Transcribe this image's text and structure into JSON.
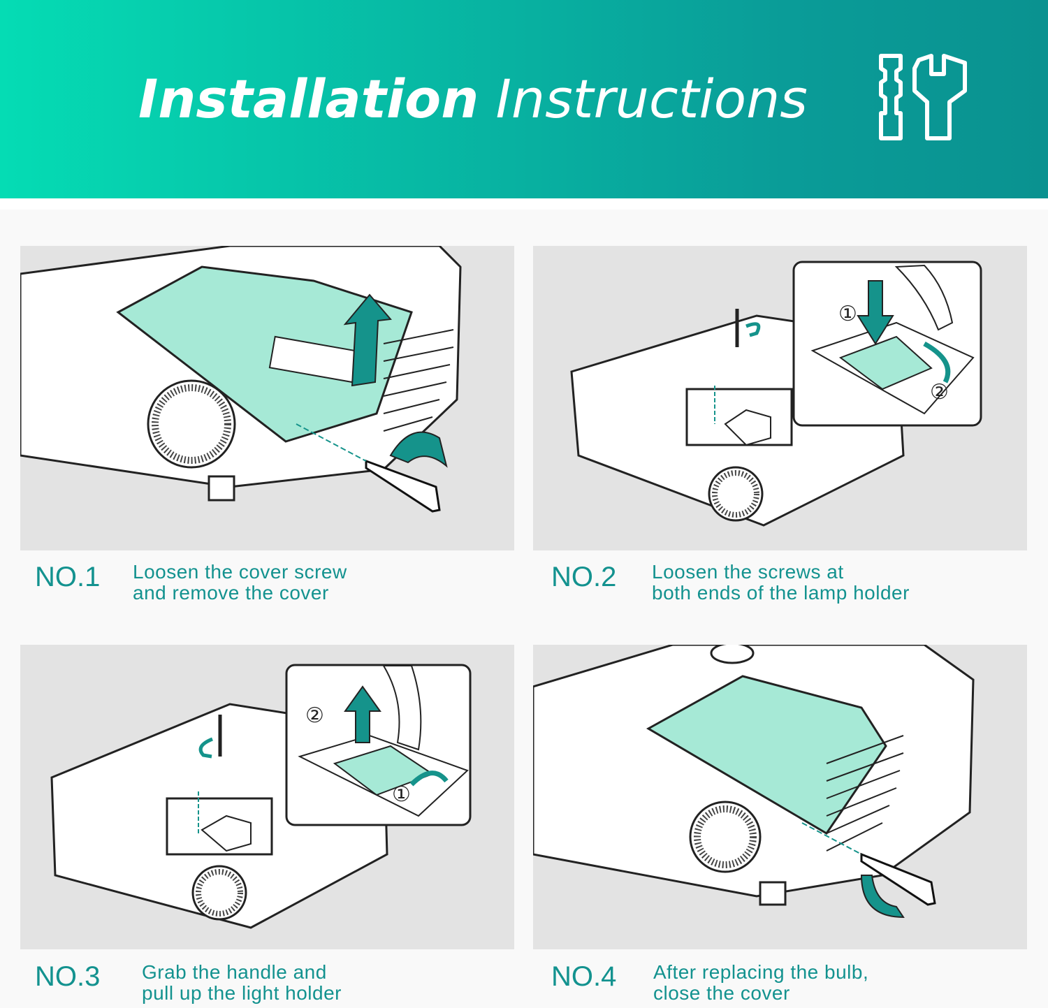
{
  "header": {
    "title_bold": "Installation",
    "title_regular": "Instructions",
    "icon": "tools-icon"
  },
  "colors": {
    "banner_start": "#05dcb4",
    "banner_end": "#0a9290",
    "accent": "#13928f",
    "highlight": "#a6e9d6",
    "arrow": "#15938b"
  },
  "steps": [
    {
      "number": "NO.1",
      "line1": "Loosen the cover screw",
      "line2": "and remove the cover"
    },
    {
      "number": "NO.2",
      "line1": "Loosen the screws at",
      "line2": "both ends of the lamp holder"
    },
    {
      "number": "NO.3",
      "line1": "Grab the handle and",
      "line2": "pull up the light holder"
    },
    {
      "number": "NO.4",
      "line1": "After replacing the bulb,",
      "line2": "close the cover"
    }
  ],
  "callouts": {
    "one": "①",
    "two": "②"
  }
}
